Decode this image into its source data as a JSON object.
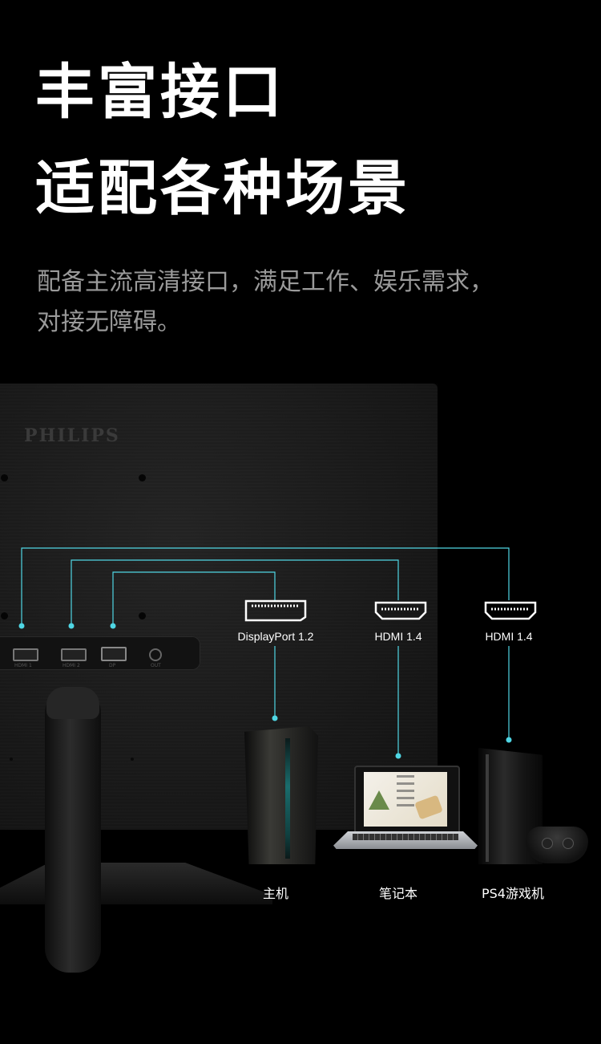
{
  "headline": {
    "line1": "丰富接口",
    "line2": "适配各种场景"
  },
  "subheadline": {
    "line1": "配备主流高清接口，满足工作、娱乐需求，",
    "line2": "对接无障碍。"
  },
  "monitor": {
    "brand": "PHILIPS",
    "port_labels": [
      "HDMI 1",
      "HDMI 2",
      "DP",
      "OUT"
    ]
  },
  "connectors": [
    {
      "label": "DisplayPort 1.2",
      "icon": "displayport-icon"
    },
    {
      "label": "HDMI 1.4",
      "icon": "hdmi-icon"
    },
    {
      "label": "HDMI 1.4",
      "icon": "hdmi-icon"
    }
  ],
  "devices": [
    {
      "label": "主机",
      "icon": "desktop-pc-icon"
    },
    {
      "label": "笔记本",
      "icon": "laptop-icon"
    },
    {
      "label": "PS4游戏机",
      "icon": "game-console-icon"
    }
  ],
  "colors": {
    "background": "#000000",
    "accent_line": "#4fd6e4",
    "title": "#ffffff",
    "subtitle": "#9a9a9a"
  }
}
